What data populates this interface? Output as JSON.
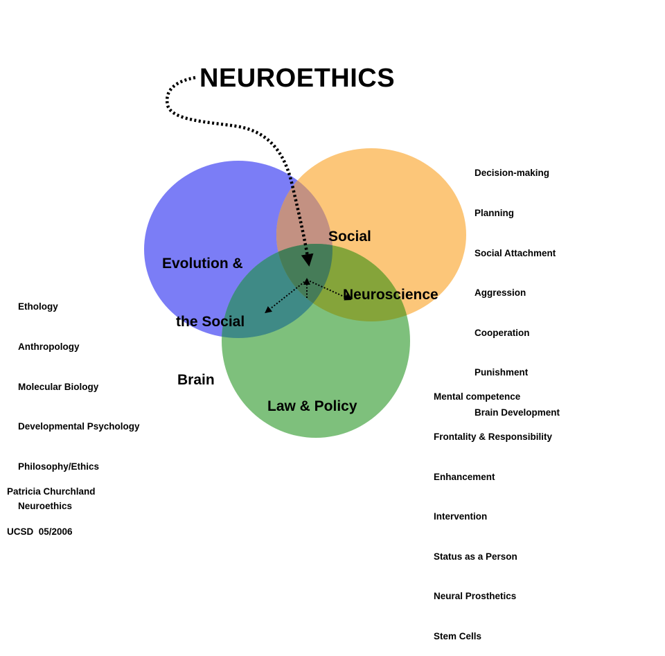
{
  "title": "NEUROETHICS",
  "circles": {
    "evolution": {
      "label_lines": [
        "Evolution &",
        "the Social",
        "Brain"
      ],
      "color": "#7b7df6"
    },
    "social": {
      "label_lines": [
        "Social",
        "Neuroscience"
      ],
      "color": "#fcc679"
    },
    "law": {
      "label_lines": [
        "Law & Policy"
      ],
      "color": "#7ec07c"
    }
  },
  "overlap_colors": {
    "evolution_social": "#c39182",
    "evolution_law": "#3f8a86",
    "social_law": "#85a43a",
    "all_three": "#467c58"
  },
  "topics": {
    "evolution": [
      "Ethology",
      "Anthropology",
      "Molecular Biology",
      "Developmental Psychology",
      "Philosophy/Ethics",
      "Neuroethics"
    ],
    "social": [
      "Decision-making",
      "Planning",
      "Social Attachment",
      "Aggression",
      "Cooperation",
      "Punishment",
      "Brain Development"
    ],
    "law": [
      "Mental competence",
      "Frontality & Responsibility",
      "Enhancement",
      "Intervention",
      "Status as a Person",
      "Neural Prosthetics",
      "Stem Cells"
    ]
  },
  "credit": [
    "Patricia Churchland",
    "UCSD  05/2006"
  ]
}
